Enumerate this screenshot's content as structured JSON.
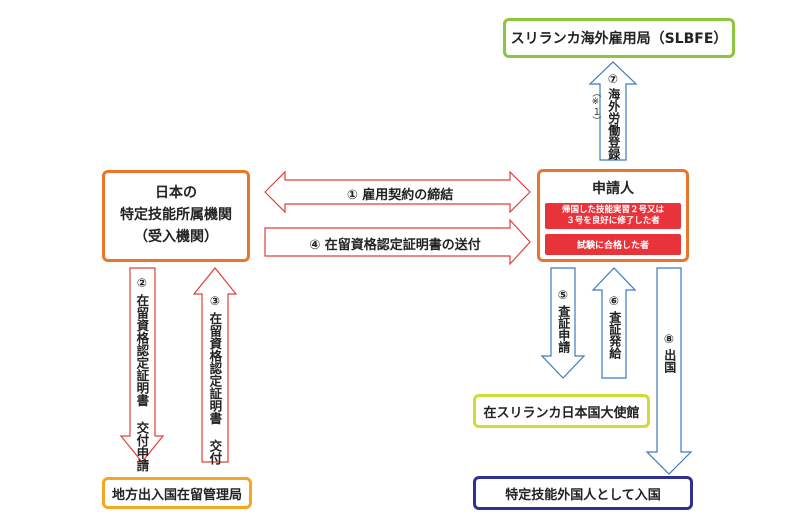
{
  "boxes": {
    "slbfe": "スリランカ海外雇用局（SLBFE）",
    "employer": [
      "日本の",
      "特定技能所属機関",
      "（受入機関）"
    ],
    "applicant": "申請人",
    "applicant_cond1": [
      "帰国した技能実習２号又は",
      "３号を良好に修了した者"
    ],
    "applicant_cond2": "試験に合格した者",
    "immigration": "地方出入国在留管理局",
    "embassy": "在スリランカ日本国大使館",
    "entry": "特定技能外国人として入国"
  },
  "steps": {
    "s1": {
      "num": "①",
      "label": "雇用契約の締結"
    },
    "s2": {
      "num": "②",
      "label": "在留資格認定証明書 交付申請"
    },
    "s3": {
      "num": "③",
      "label": "在留資格認定証明書 交付"
    },
    "s4": {
      "num": "④",
      "label": "在留資格認定証明書の送付"
    },
    "s5": {
      "num": "⑤",
      "label": "査証申請"
    },
    "s6": {
      "num": "⑥",
      "label": "査証発給"
    },
    "s7": {
      "num": "⑦",
      "label": "海外労働登録",
      "note": "（※１）"
    },
    "s8": {
      "num": "⑧",
      "label": "出国"
    }
  },
  "colors": {
    "orange": "#e8762c",
    "green": "#8cc63f",
    "yellow": "#cddc39",
    "lightorange": "#f5a623",
    "navy": "#2e3192",
    "red_arrow": "#e0403a",
    "blue_arrow": "#3a7bbf",
    "red_fill": "#e8333a"
  }
}
